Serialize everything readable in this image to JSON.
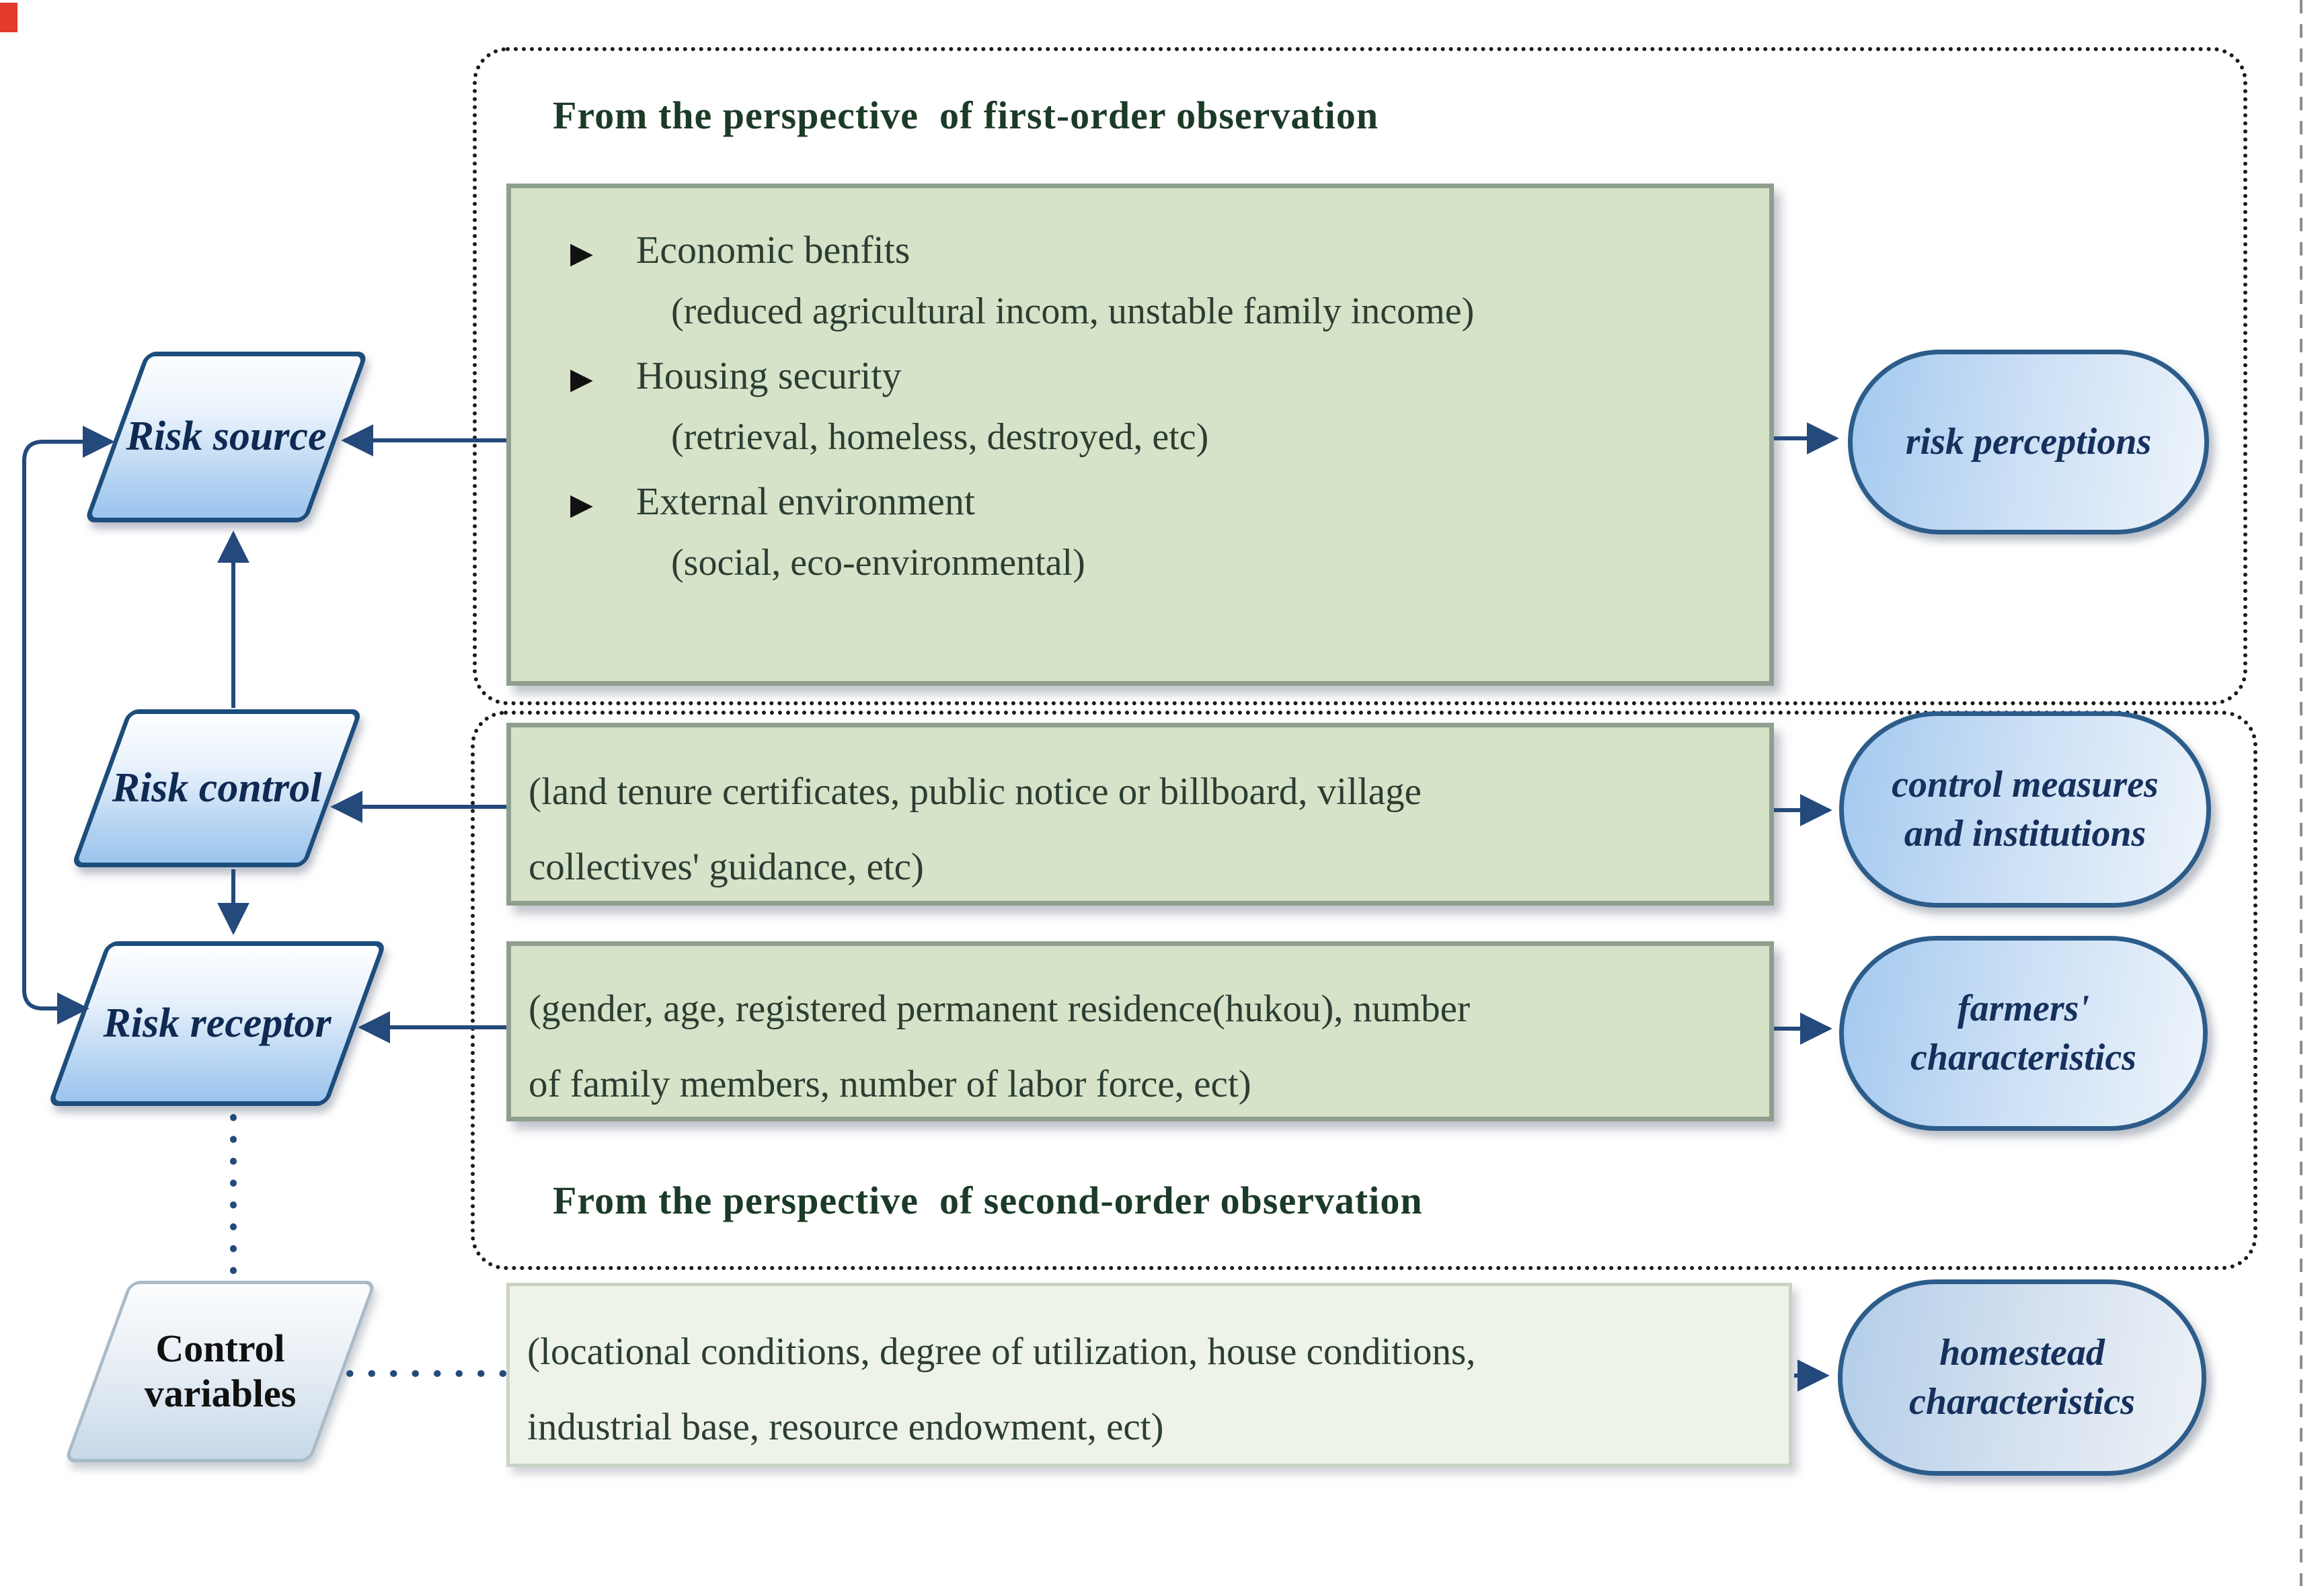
{
  "palette": {
    "arrow": "#24497b",
    "node_border": "#1d4d7c",
    "node_text": "#0f2a52",
    "green_box_fill": "#d6e3c8",
    "green_box_border": "#8f9f8f",
    "light_box_fill": "#eef3e9",
    "heading_text": "#1b3a27",
    "box_text": "#2c3e33",
    "dotted_frame": "#1b1b1b",
    "page_edge_line": "#8d8d8d",
    "red_mark": "#e23b2e"
  },
  "perspective_boxes": [
    {
      "id": "first-order",
      "label": "From the perspective  of first-order observation"
    },
    {
      "id": "second-order",
      "label": "From the perspective  of second-order observation"
    }
  ],
  "risk_nodes": [
    {
      "id": "risk-source",
      "label": "Risk source"
    },
    {
      "id": "risk-control",
      "label": "Risk control"
    },
    {
      "id": "risk-receptor",
      "label": "Risk receptor"
    },
    {
      "id": "control-variables",
      "line1": "Control",
      "line2": "variables"
    }
  ],
  "indicator_boxes": {
    "first_order": {
      "bullet_icon": "▶",
      "items": [
        {
          "title": "Economic benfits",
          "detail": "(reduced agricultural incom, unstable family income)"
        },
        {
          "title": "Housing security",
          "detail": "(retrieval, homeless, destroyed, etc)"
        },
        {
          "title": "External environment",
          "detail": "(social, eco-environmental)"
        }
      ]
    },
    "risk_control": {
      "line1": "(land tenure certificates,  public notice or billboard, village",
      "line2": "collectives' guidance, etc)"
    },
    "risk_receptor": {
      "line1": "(gender, age, registered permanent residence(hukou), number",
      "line2": "of family members, number of labor force, ect)"
    },
    "control_variables": {
      "line1": "(locational conditions, degree of utilization, house conditions,",
      "line2": "industrial base, resource endowment, ect)"
    }
  },
  "outcome_nodes": [
    {
      "id": "risk-perceptions",
      "line1": "risk perceptions"
    },
    {
      "id": "control-measures",
      "line1": "control measures",
      "line2": "and institutions"
    },
    {
      "id": "farmers-characteristics",
      "line1": "farmers'",
      "line2": "characteristics"
    },
    {
      "id": "homestead-characteristics",
      "line1": "homestead",
      "line2": "characteristics"
    }
  ]
}
